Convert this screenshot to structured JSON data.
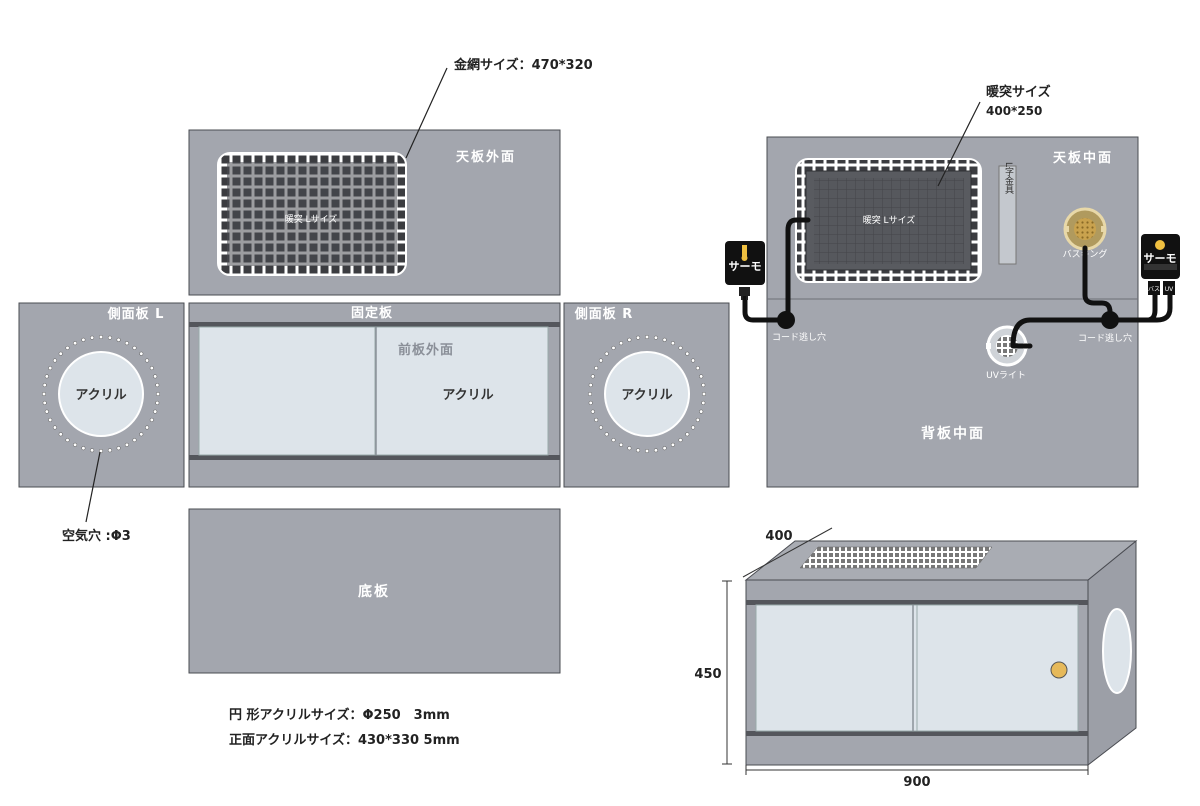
{
  "labels": {
    "mesh_size": "金網サイズ：470*320",
    "top_outer": "天板外面",
    "heater_l_size": "暖突 Lサイズ",
    "side_l": "側面板 L",
    "fixed_board": "固定板",
    "side_r": "側面板 R",
    "front_outer": "前板外面",
    "acrylic_left": "アクリル",
    "acrylic_front": "アクリル",
    "acrylic_right": "アクリル",
    "air_hole": "空気穴 :Φ3",
    "bottom": "底板",
    "round_acrylic_size": "円 形アクリルサイズ：Φ250　3mm",
    "front_acrylic_size": "正面アクリルサイズ：430*330 5mm",
    "heater_size_title": "暖突サイズ",
    "heater_size_value": "400*250",
    "top_middle": "天板中面",
    "heater_l_size_2": "暖突 Lサイズ",
    "l_bracket": "L字金具",
    "basking": "バスキング",
    "thermo_left": "サーモ",
    "thermo_right": "サーモ",
    "plug_bask": "バス",
    "plug_uv": "UV",
    "cord_hole_left": "コード逃し穴",
    "cord_hole_right": "コード逃し穴",
    "uv_light": "UVライト",
    "back_middle": "背板中面",
    "dim_depth": "400",
    "dim_height": "450",
    "dim_width": "900"
  },
  "colors": {
    "panel": "#a3a6ae",
    "panel_stroke": "#4a4c52",
    "acrylic": "#dde4ea",
    "mesh_bg": "#55575c",
    "cable": "#111111",
    "knob": "#e6b95a"
  }
}
